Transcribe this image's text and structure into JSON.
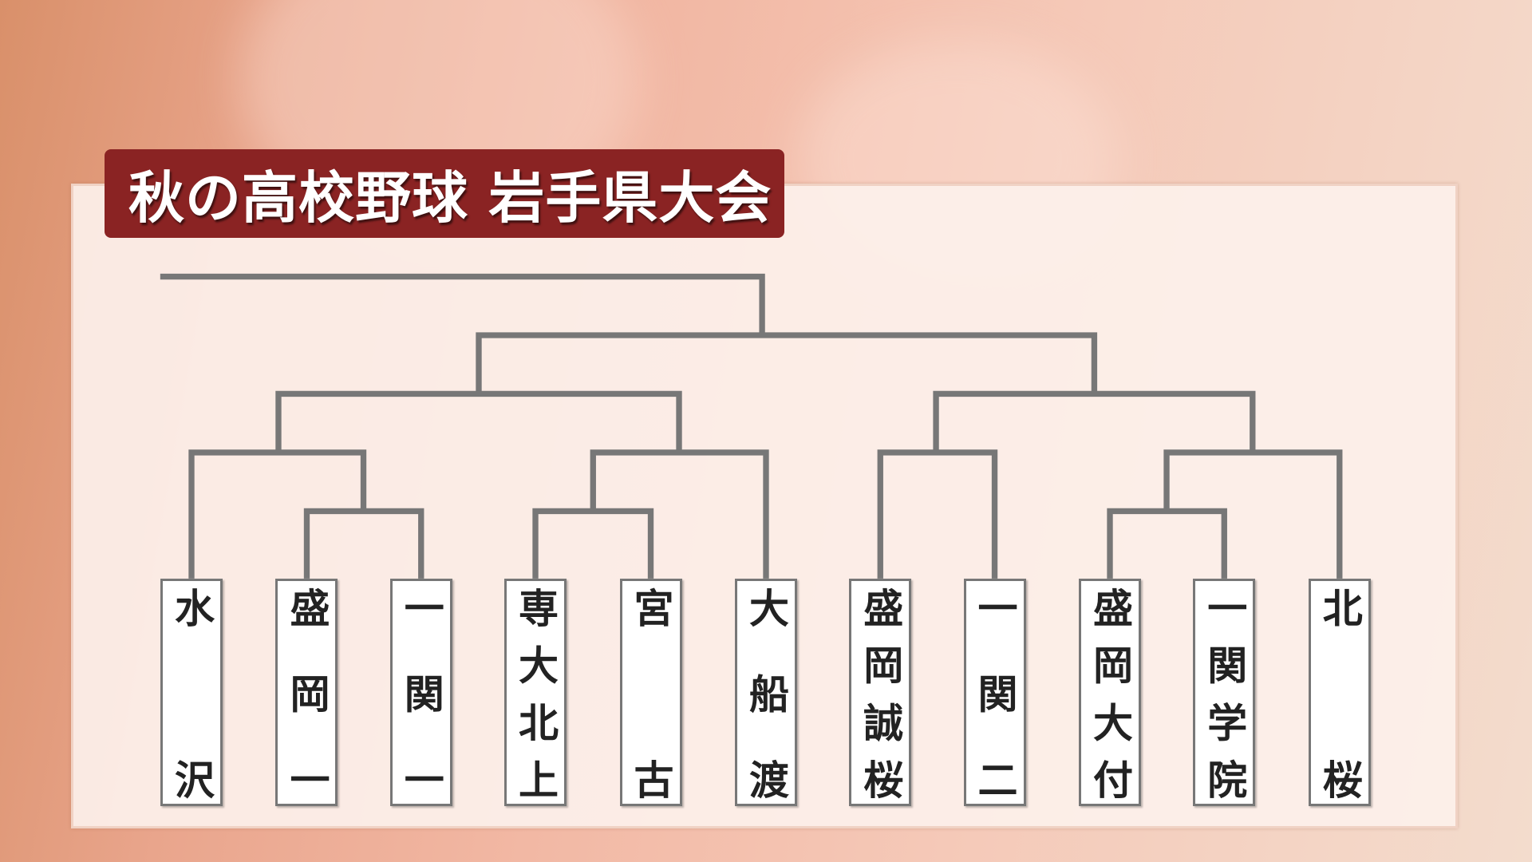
{
  "title": "秋の高校野球 岩手県大会",
  "teams": [
    {
      "name": "水沢"
    },
    {
      "name": "盛岡一"
    },
    {
      "name": "一関一"
    },
    {
      "name": "専大北上"
    },
    {
      "name": "宮古"
    },
    {
      "name": "大船渡"
    },
    {
      "name": "盛岡誠桜"
    },
    {
      "name": "一関二"
    },
    {
      "name": "盛岡大付"
    },
    {
      "name": "一関学院"
    },
    {
      "name": "北桜"
    }
  ],
  "colors": {
    "title_bg": "#8a2323",
    "bracket_line": "#777777"
  }
}
